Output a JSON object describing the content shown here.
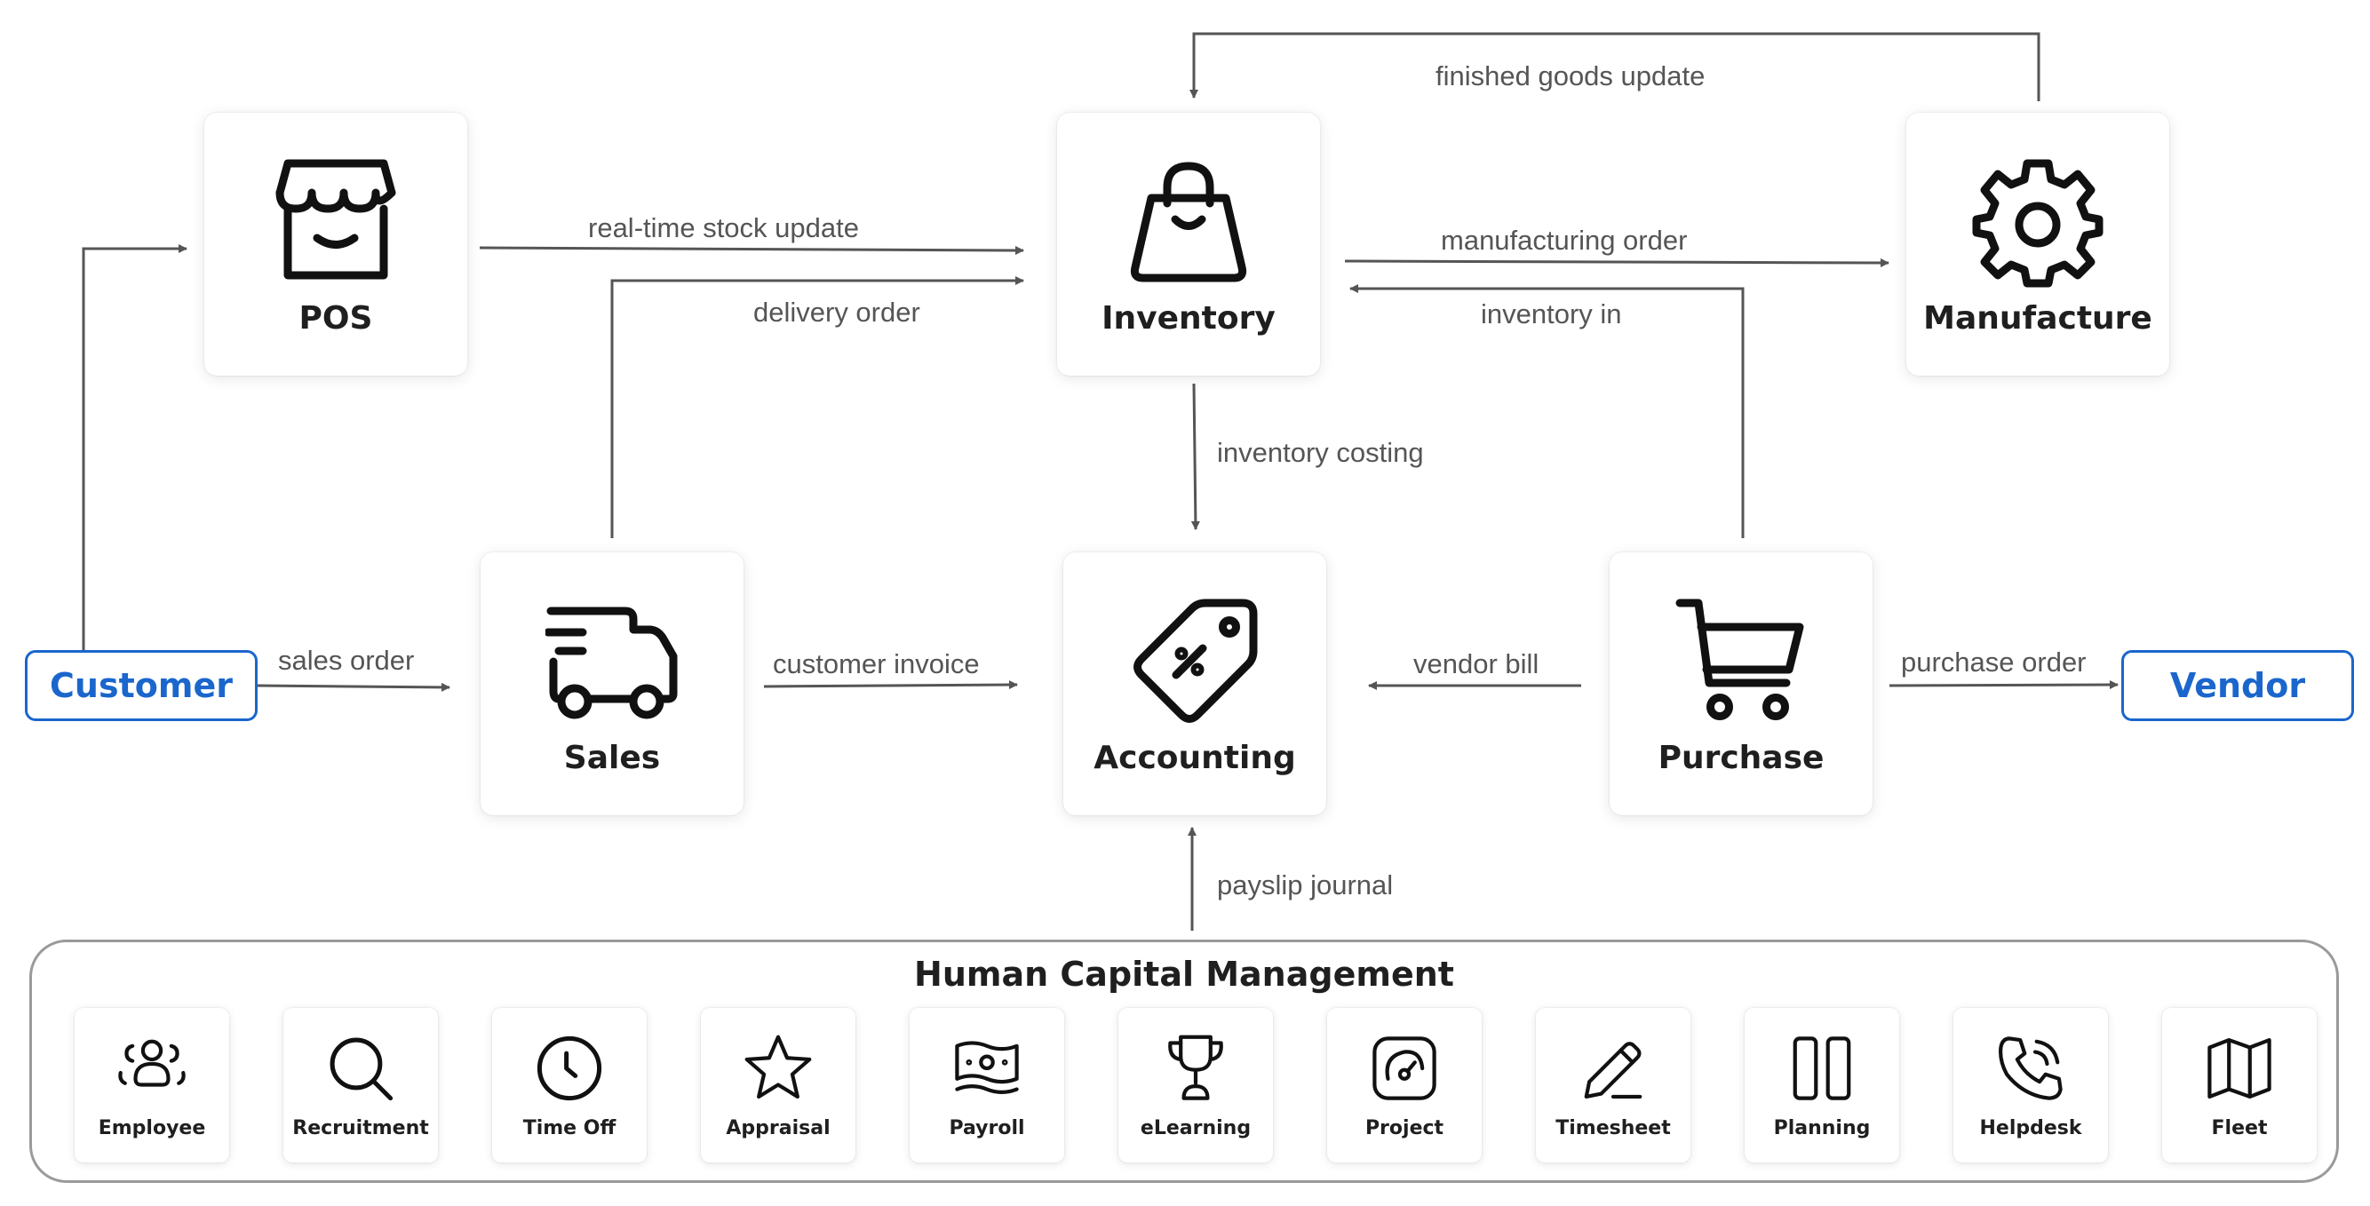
{
  "modules": {
    "pos": "POS",
    "inventory": "Inventory",
    "manufacture": "Manufacture",
    "sales": "Sales",
    "accounting": "Accounting",
    "purchase": "Purchase"
  },
  "external": {
    "customer": "Customer",
    "vendor": "Vendor"
  },
  "flows": {
    "finished_goods_update": "finished goods update",
    "real_time_stock_update": "real-time stock update",
    "delivery_order": "delivery order",
    "manufacturing_order": "manufacturing order",
    "inventory_in": "inventory in",
    "inventory_costing": "inventory costing",
    "sales_order": "sales order",
    "customer_invoice": "customer invoice",
    "vendor_bill": "vendor bill",
    "purchase_order": "purchase order",
    "payslip_journal": "payslip journal"
  },
  "hcm": {
    "title": "Human Capital Management",
    "apps": [
      {
        "label": "Employee",
        "icon": "employee-icon"
      },
      {
        "label": "Recruitment",
        "icon": "search-icon"
      },
      {
        "label": "Time Off",
        "icon": "clock-icon"
      },
      {
        "label": "Appraisal",
        "icon": "star-icon"
      },
      {
        "label": "Payroll",
        "icon": "banknote-icon"
      },
      {
        "label": "eLearning",
        "icon": "trophy-icon"
      },
      {
        "label": "Project",
        "icon": "gauge-icon"
      },
      {
        "label": "Timesheet",
        "icon": "pencil-icon"
      },
      {
        "label": "Planning",
        "icon": "columns-icon"
      },
      {
        "label": "Helpdesk",
        "icon": "phone-icon"
      },
      {
        "label": "Fleet",
        "icon": "map-icon"
      }
    ]
  },
  "colors": {
    "accent": "#1a66cc",
    "arrow": "#555555",
    "text": "#1f1f1f",
    "frame": "#9a9a9a"
  }
}
